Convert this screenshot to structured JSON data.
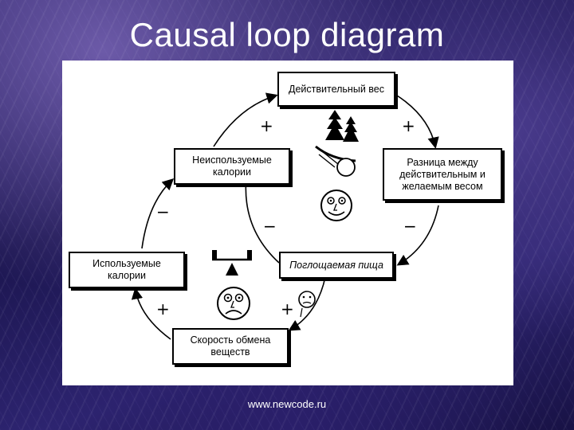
{
  "title": "Causal loop diagram",
  "footer": "www.newcode.ru",
  "nodes": {
    "actual_weight": "Действительный вес",
    "difference": "Разница между действительным и желаемым весом",
    "food": "Поглощаемая пища",
    "metabolism": "Скорость обмена веществ",
    "used_calories": "Используемые калории",
    "unused_calories": "Неиспользуемые калории"
  },
  "links": {
    "weight_to_difference": "+",
    "unused_to_weight": "+",
    "used_to_unused": "−",
    "difference_to_food": "−",
    "food_to_unused": "−",
    "metabolism_to_used": "+",
    "food_to_metabolism": "+"
  },
  "colors": {
    "ink": "#000000",
    "panel": "#ffffff",
    "title": "#ffffff"
  },
  "icons": [
    "trees-skier-icon",
    "smiling-face-icon",
    "balance-scale-icon",
    "sad-face-icon",
    "small-face-icon"
  ]
}
